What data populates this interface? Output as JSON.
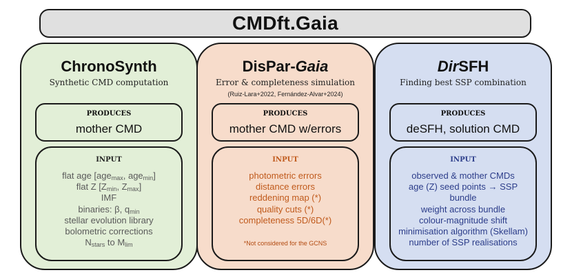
{
  "title": "CMDft.Gaia",
  "colors": {
    "title_bg": "#e0e0e0",
    "panel0_bg": "#e2efd7",
    "panel1_bg": "#f7dccb",
    "panel2_bg": "#d5def1"
  },
  "panels": [
    {
      "title": "ChronoSynth",
      "subtitle": "Synthetic CMD computation",
      "produces_heading": "PRODUCES",
      "produces_value": "mother CMD",
      "input_heading": "INPUT",
      "input_items": [
        {
          "t": "flat age  [age",
          "s": "max",
          "t2": ", age",
          "s2": "min",
          "t3": "]"
        },
        {
          "t": "flat Z [Z",
          "s": "min",
          "t2": ", Z",
          "s2": "max",
          "t3": "]"
        },
        {
          "t": "IMF"
        },
        {
          "t": "binaries: β, q",
          "s": "min"
        },
        {
          "t": "stellar evolution library"
        },
        {
          "t": "bolometric corrections"
        },
        {
          "t": "N",
          "s": "stars",
          "t2": " to M",
          "s2": "lim"
        }
      ]
    },
    {
      "title_part1": "DisPar-",
      "title_part2": "Gaia",
      "subtitle": "Error & completeness simulation",
      "reference": "(Ruiz-Lara+2022, Fernández-Alvar+2024)",
      "produces_heading": "PRODUCES",
      "produces_value": "mother CMD w/errors",
      "input_heading": "INPUT",
      "input_items": [
        {
          "t": "photometric errors"
        },
        {
          "t": "distance errors"
        },
        {
          "t": "reddening map (*)"
        },
        {
          "t": "quality cuts (*)"
        },
        {
          "t": "completeness 5D/6D(*)"
        }
      ],
      "note": "*Not considered for the GCNS"
    },
    {
      "title_part1": "Dir",
      "title_part2": "SFH",
      "subtitle": "Finding best SSP combination",
      "produces_heading": "PRODUCES",
      "produces_value": "deSFH, solution CMD",
      "input_heading": "INPUT",
      "input_items": [
        {
          "t": "observed & mother CMDs"
        },
        {
          "t": "age (Z) seed points → SSP"
        },
        {
          "t": "bundle"
        },
        {
          "t": "weight across bundle"
        },
        {
          "t": "colour-magnitude shift"
        },
        {
          "t": "minimisation algorithm (Skellam)"
        },
        {
          "t": "number of SSP realisations"
        }
      ]
    }
  ]
}
